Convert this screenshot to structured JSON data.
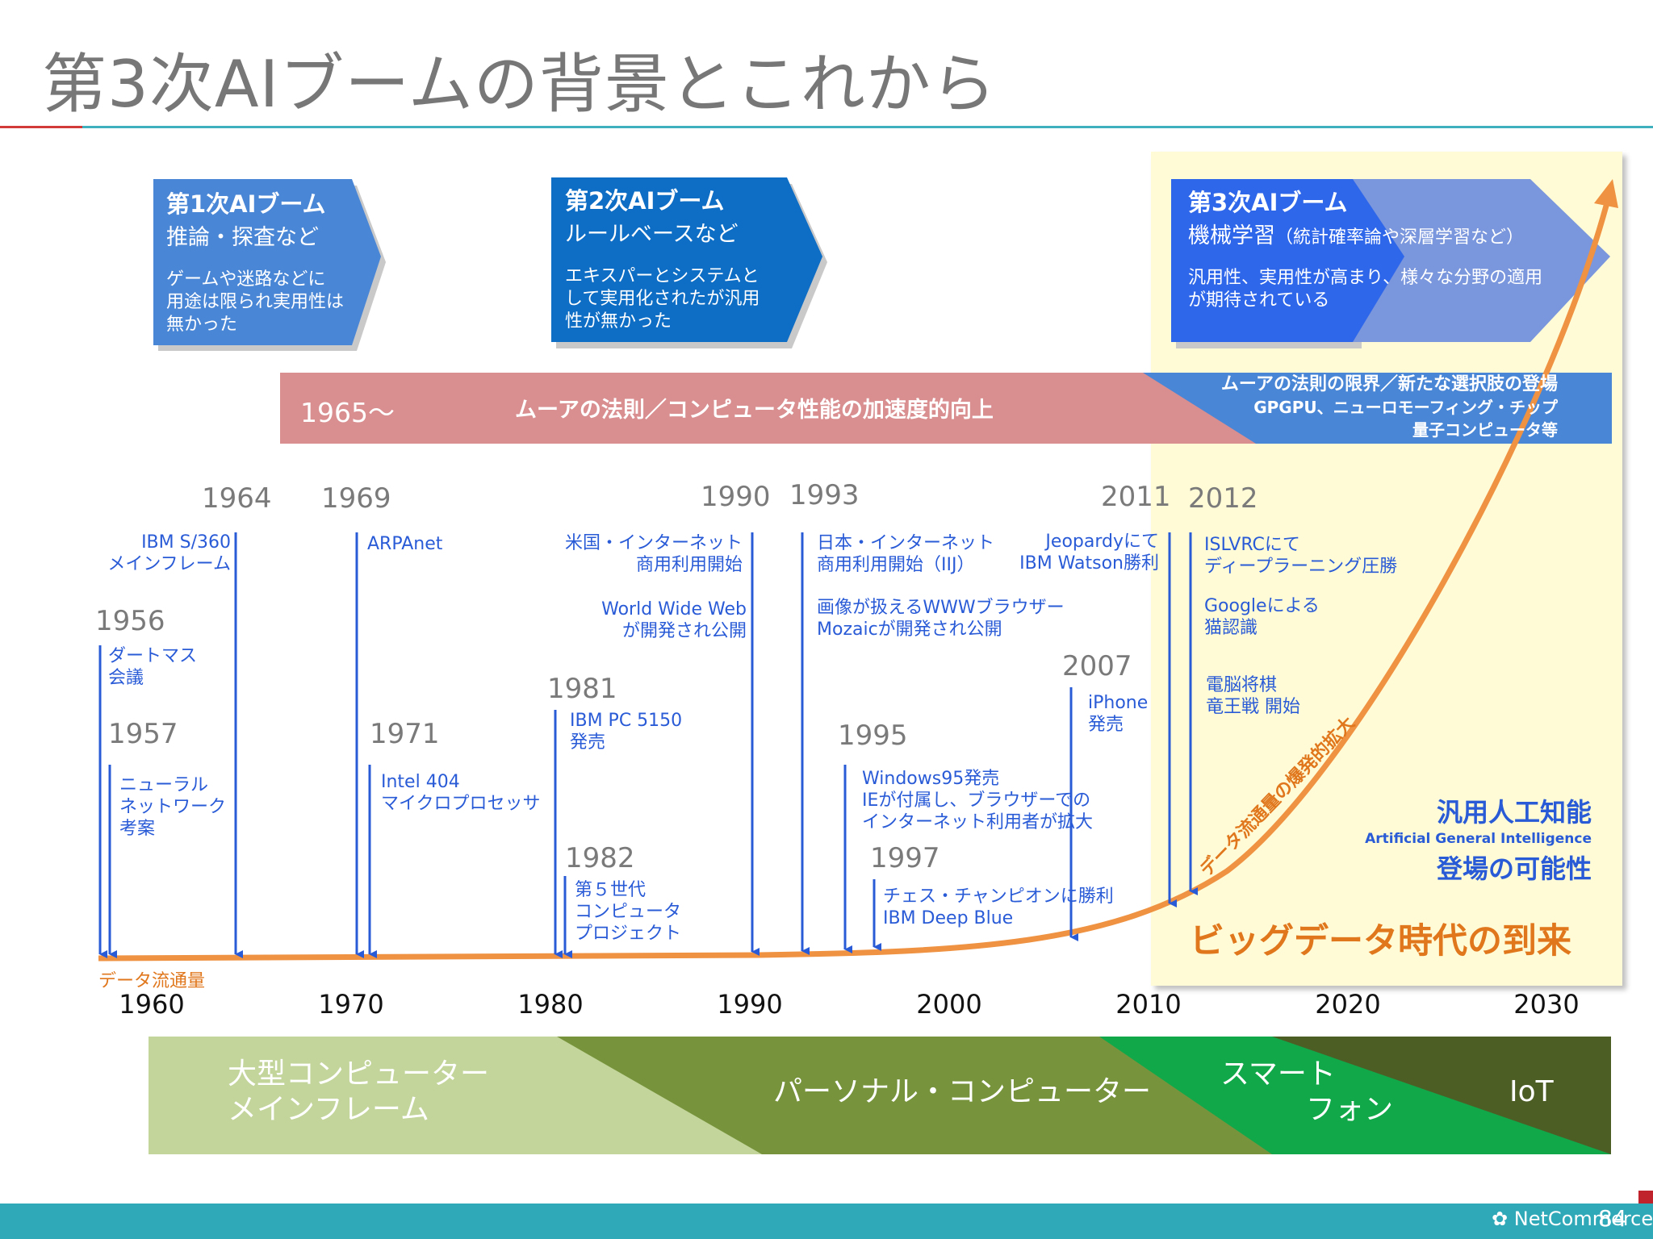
{
  "title": "第3次AIブームの背景とこれから",
  "booms": [
    {
      "title": "第1次AIブーム",
      "subtitle": "推論・探査など",
      "desc_lines": [
        "ゲームや迷路などに",
        "用途は限られ実用性は",
        "無かった"
      ]
    },
    {
      "title": "第2次AIブーム",
      "subtitle": "ルールベースなど",
      "desc_lines": [
        "エキスパーとシステムと",
        "して実用化されたが汎用",
        "性が無かった"
      ]
    },
    {
      "title": "第3次AIブーム",
      "subtitle": "機械学習",
      "subtitle_note": "（統計確率論や深層学習など）",
      "desc_lines": [
        "汎用性、実用性が高まり、様々な分野の適用",
        "が期待されている"
      ]
    }
  ],
  "moore": {
    "start": "1965～",
    "center": "ムーアの法則／コンピュータ性能の加速度的向上",
    "right_lines": [
      "ムーアの法則の限界／新たな選択肢の登場",
      "GPGPU、ニューロモーフィング・チップ",
      "量子コンピュータ等"
    ]
  },
  "events": [
    {
      "year": "1956",
      "lines": [
        "ダートマス",
        "会議"
      ]
    },
    {
      "year": "1957",
      "lines": [
        "ニューラル",
        "ネットワーク",
        "考案"
      ]
    },
    {
      "year": "1964",
      "lines": [
        "IBM S/360",
        "メインフレーム"
      ]
    },
    {
      "year": "1969",
      "lines": [
        "ARPAnet"
      ]
    },
    {
      "year": "1971",
      "lines": [
        "Intel 404",
        "マイクロプロセッサ"
      ]
    },
    {
      "year": "1981",
      "lines": [
        "IBM PC 5150",
        "発売"
      ]
    },
    {
      "year": "1982",
      "lines": [
        "第５世代",
        "コンピュータ",
        "プロジェクト"
      ]
    },
    {
      "year": "1990",
      "lines": [
        "米国・インターネット",
        "商用利用開始"
      ],
      "lines2": [
        "World Wide Web",
        "が開発され公開"
      ]
    },
    {
      "year": "1993",
      "lines": [
        "日本・インターネット",
        "商用利用開始（IIJ）"
      ],
      "lines2": [
        "画像が扱えるWWWブラウザー",
        "Mozaicが開発され公開"
      ]
    },
    {
      "year": "1995",
      "lines": [
        "Windows95発売",
        "IEが付属し、ブラウザーでの",
        "インターネット利用者が拡大"
      ]
    },
    {
      "year": "1997",
      "lines": [
        "チェス・チャンピオンに勝利",
        "IBM Deep Blue"
      ]
    },
    {
      "year": "2007",
      "lines": [
        "iPhone",
        "発売"
      ]
    },
    {
      "year": "2011",
      "lines": [
        "Jeopardyにて",
        "IBM Watson勝利"
      ]
    },
    {
      "year": "2012",
      "lines": [
        "ISLVRCにて",
        "ディープラーニング圧勝"
      ],
      "lines2": [
        "Googleによる",
        "猫認識"
      ],
      "lines3": [
        "電脳将棋",
        "竜王戦 開始"
      ]
    }
  ],
  "decades": [
    "1960",
    "1970",
    "1980",
    "1990",
    "2000",
    "2010",
    "2020",
    "2030"
  ],
  "data_flow_label": "データ流通量",
  "curve_label": "データ流通量の爆発的拡大",
  "agi": {
    "line1": "汎用人工知能",
    "line2": "Artificial General Intelligence",
    "line3": "登場の可能性"
  },
  "bigdata": "ビッグデータ時代の到来",
  "eras": [
    {
      "lines": [
        "大型コンピューター",
        "メインフレーム"
      ]
    },
    {
      "lines": [
        "パーソナル・コンピューター"
      ]
    },
    {
      "lines": [
        "スマート",
        "フォン"
      ]
    },
    {
      "lines": [
        "IoT"
      ]
    }
  ],
  "colors": {
    "boom1": "#4a86d6",
    "boom2": "#0e6dc4",
    "boom3": "#2f67ea",
    "moore": "#d98e90",
    "moore_right": "#4a86d6",
    "event_blue": "#2a5bd7",
    "curve": "#ef9241",
    "footer": "#2fa8b8"
  },
  "footer": {
    "logo": "NetCommerce",
    "page": "84"
  }
}
